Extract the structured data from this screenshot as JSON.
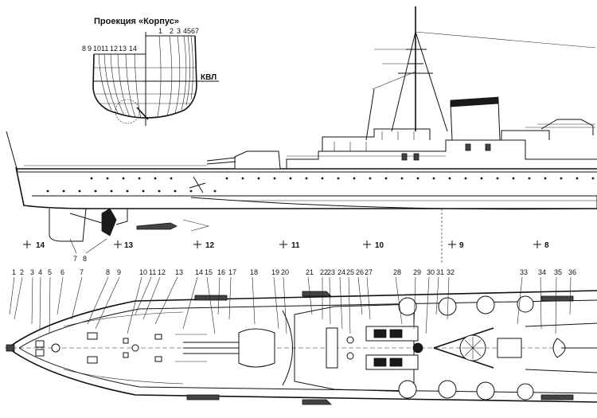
{
  "body_plan": {
    "title": "Проекция «Корпус»",
    "waterline_label": "КВЛ",
    "aft_station_labels": [
      "8",
      "9",
      "10",
      "11",
      "12",
      "13",
      "14"
    ],
    "fwd_station_labels": [
      "1",
      "2",
      "3",
      "4",
      "5",
      "6",
      "7"
    ]
  },
  "frame_markers": [
    "14",
    "13",
    "12",
    "11",
    "10",
    "9",
    "8"
  ],
  "profile_callouts": [
    "7",
    "8"
  ],
  "plan_callouts": [
    "1",
    "2",
    "3",
    "4",
    "5",
    "6",
    "7",
    "8",
    "9",
    "10",
    "11",
    "12",
    "13",
    "14",
    "15",
    "16",
    "17",
    "18",
    "19",
    "20",
    "21",
    "22",
    "23",
    "24",
    "25",
    "26",
    "27",
    "28",
    "29",
    "30",
    "31",
    "32",
    "33",
    "34",
    "35",
    "36"
  ],
  "colors": {
    "ink": "#111111",
    "paper": "#ffffff"
  }
}
